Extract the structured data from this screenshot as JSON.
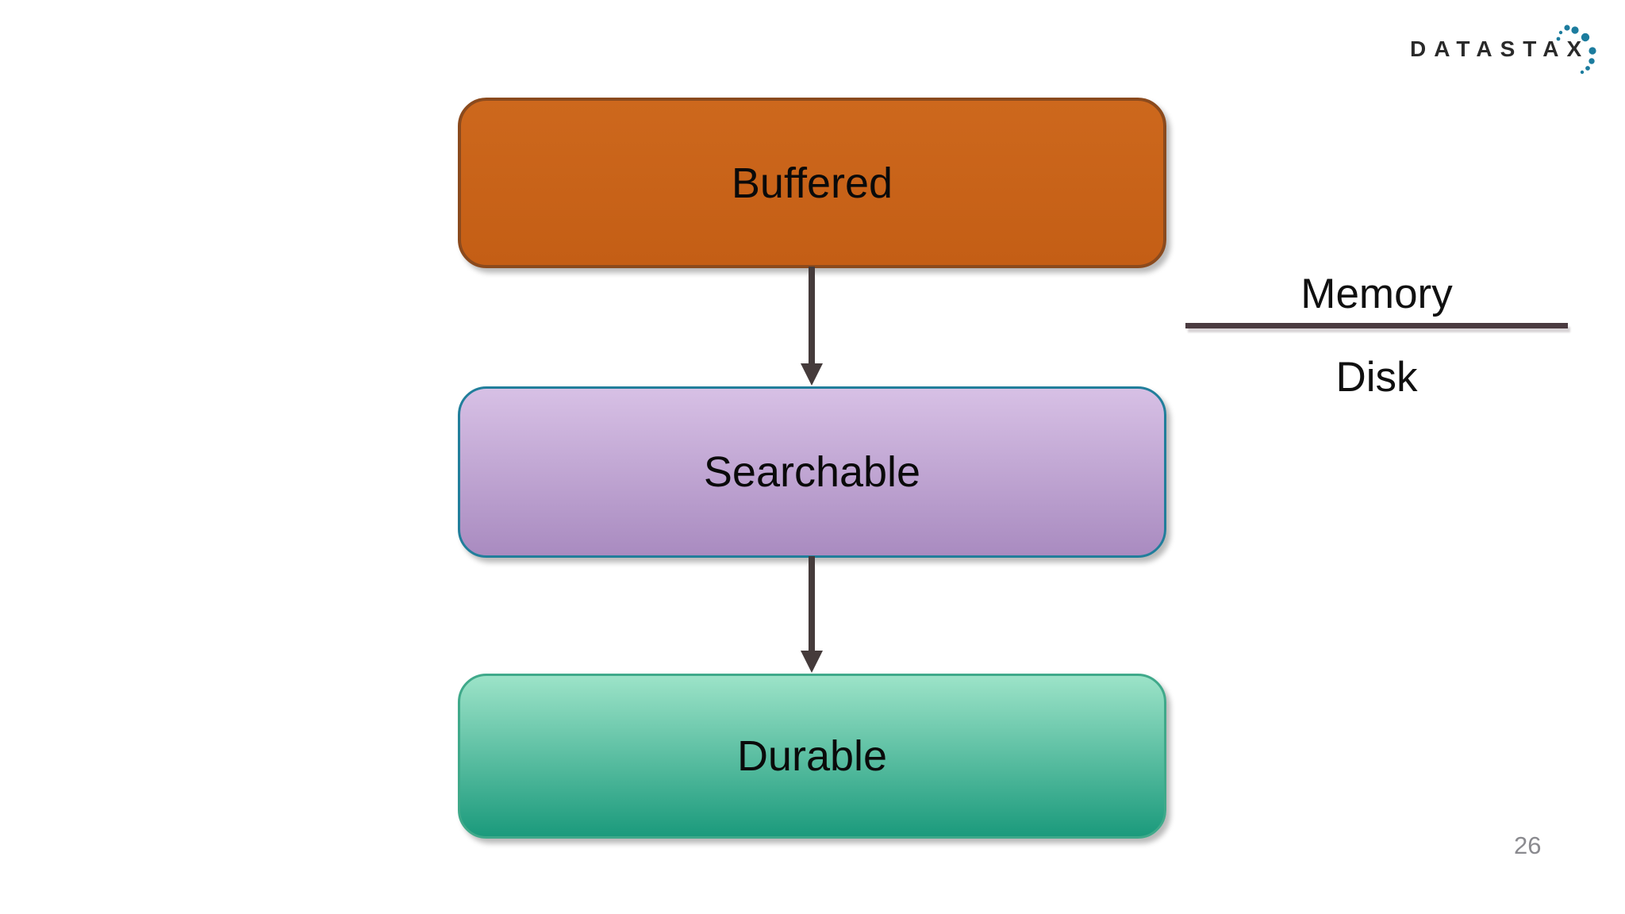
{
  "slide": {
    "background": "#ffffff",
    "logo": {
      "text": "DATASTAX",
      "text_color": "#2a2a2a",
      "dot_color": "#1c7c9e"
    },
    "diagram": {
      "nodes": [
        {
          "id": "buffered",
          "label": "Buffered",
          "fill_top": "#cd681d",
          "fill_bottom": "#c45e15",
          "border": "#8b4a1d"
        },
        {
          "id": "searchable",
          "label": "Searchable",
          "fill_top": "#d7c0e5",
          "fill_bottom": "#a98bc0",
          "border": "#217e9b"
        },
        {
          "id": "durable",
          "label": "Durable",
          "fill_top": "#9ce3c8",
          "fill_bottom": "#1b9a7c",
          "border": "#3fa98a"
        }
      ],
      "arrows": [
        {
          "from": "buffered",
          "to": "searchable"
        },
        {
          "from": "searchable",
          "to": "durable"
        }
      ],
      "arrow_color": "#453b3b"
    },
    "storage_annotation": {
      "above_line": "Memory",
      "below_line": "Disk",
      "line_color": "#4a3b40"
    },
    "page_number": "26"
  }
}
